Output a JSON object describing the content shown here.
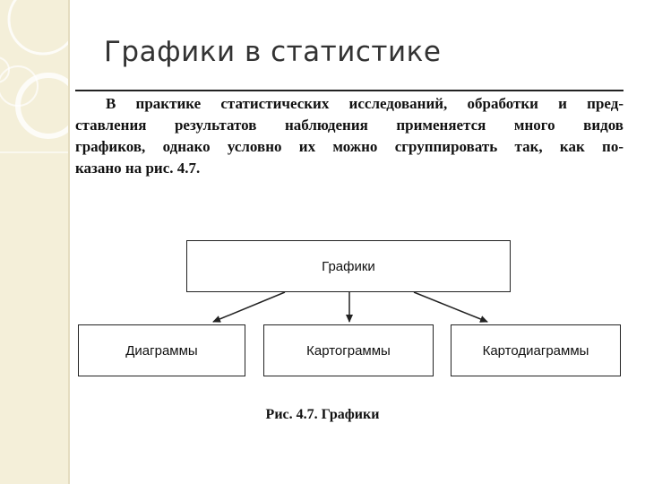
{
  "slide": {
    "title": "Графики в статистике"
  },
  "paragraph": {
    "lines": [
      "В практике статистических исследований, обработки и пред-",
      "ставления результатов наблюдения применяется много видов",
      "графиков, однако условно их можно сгруппировать так, как по-",
      "казано на рис. 4.7."
    ]
  },
  "diagram": {
    "root": "Графики",
    "children": [
      "Диаграммы",
      "Картограммы",
      "Картодиаграммы"
    ]
  },
  "caption": {
    "number": "Рис. 4.7.",
    "text": "Графики"
  },
  "theme": {
    "sidebar_color": "#f4efd9",
    "title_color": "#333333"
  }
}
